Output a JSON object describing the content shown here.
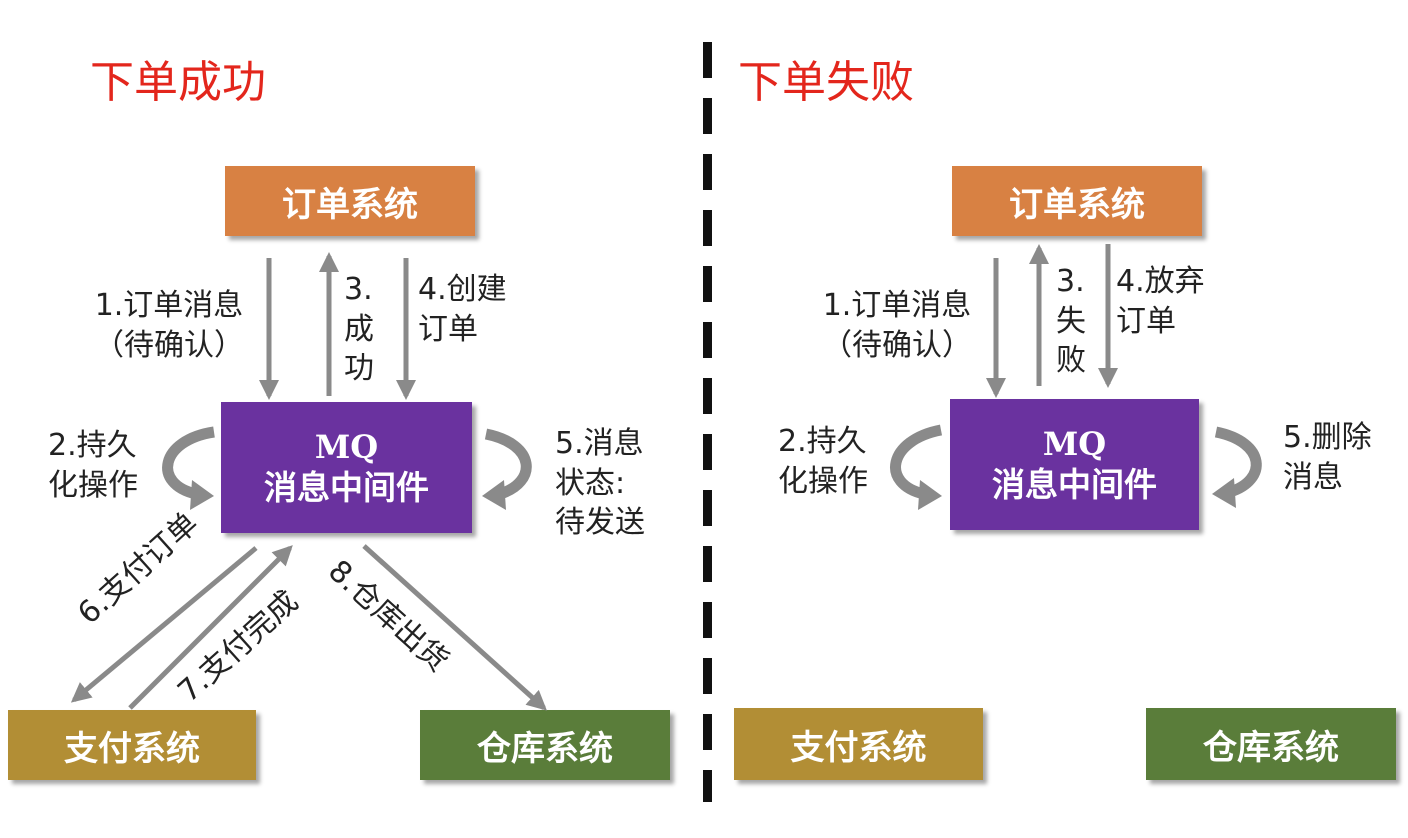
{
  "success": {
    "title": "下单成功",
    "order_system": "订单系统",
    "mq_line1": "MQ",
    "mq_line2": "消息中间件",
    "pay_system": "支付系统",
    "warehouse_system": "仓库系统",
    "step1": "1.订单消息\n（待确认）",
    "step2": "2.持久\n化操作",
    "step3": "3.\n成\n功",
    "step4": "4.创建\n订单",
    "step5": "5.消息\n状态:\n待发送",
    "step6": "6.支付订单",
    "step7": "7.支付完成",
    "step8": "8.仓库出货"
  },
  "failure": {
    "title": "下单失败",
    "order_system": "订单系统",
    "mq_line1": "MQ",
    "mq_line2": "消息中间件",
    "pay_system": "支付系统",
    "warehouse_system": "仓库系统",
    "step1": "1.订单消息\n（待确认）",
    "step2": "2.持久\n化操作",
    "step3": "3.\n失\n败",
    "step4": "4.放弃\n订单",
    "step5": "5.删除\n消息"
  },
  "colors": {
    "title": "#e3261c",
    "order_system": "#d88143",
    "mq": "#6a329f",
    "pay_system": "#b28e35",
    "warehouse_system": "#5a7d3a",
    "arrow": "#8a8a8a"
  }
}
